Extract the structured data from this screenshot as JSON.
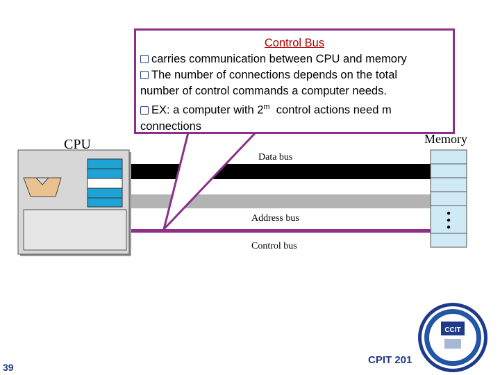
{
  "callout": {
    "title": "Control Bus",
    "line1": "carries communication between CPU and  memory",
    "line2": "The number of connections depends on the total",
    "line3": "number of control commands a computer needs.",
    "line4_pre": "EX: a computer with 2",
    "line4_sup": "m",
    "line4_post": "  control actions need m",
    "line5": "connections"
  },
  "diagram": {
    "cpu_label": "CPU",
    "memory_label": "Memory",
    "data_bus_label": "Data bus",
    "address_bus_label": "Address bus",
    "control_bus_label": "Control bus",
    "colors": {
      "data_bus": "#000000",
      "address_bus": "#b3b3b3",
      "control_bus": "#8b2f8a",
      "register": "#1fa3d6",
      "memory_cell": "#cfe9f5"
    }
  },
  "footer": {
    "course": "CPIT 201",
    "page_number": "39",
    "logo_text": "CCIT"
  }
}
